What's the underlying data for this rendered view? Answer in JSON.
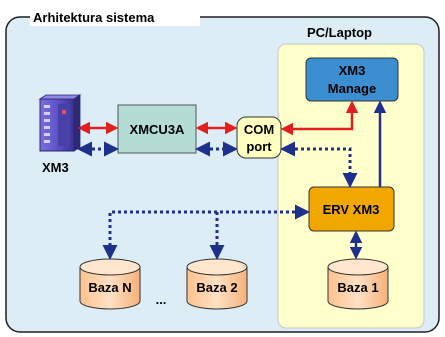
{
  "title": "Arhitektura sistema",
  "pc_panel_title": "PC/Laptop",
  "nodes": {
    "xm3_device": "XM3",
    "xmcu3a": "XMCU3A",
    "com_port_line1": "COM",
    "com_port_line2": "port",
    "xm3_manage_line1": "XM3",
    "xm3_manage_line2": "Manage",
    "erv_xm3": "ERV XM3",
    "baza_n": "Baza N",
    "baza_2": "Baza 2",
    "baza_1": "Baza 1",
    "ellipsis": "..."
  },
  "colors": {
    "outer_bg": "#dcedf6",
    "pc_bg": "#ffffcc",
    "pc_border": "#c6c6c6",
    "xmcu_fill": "#b3dcd5",
    "com_fill": "#ffffc0",
    "manage_fill": "#3b8fd1",
    "erv_fill": "#f0a800",
    "db_fill": "#ffd0a8",
    "red_arrow": "#e11f1f",
    "blue_arrow": "#1f2f8c"
  }
}
